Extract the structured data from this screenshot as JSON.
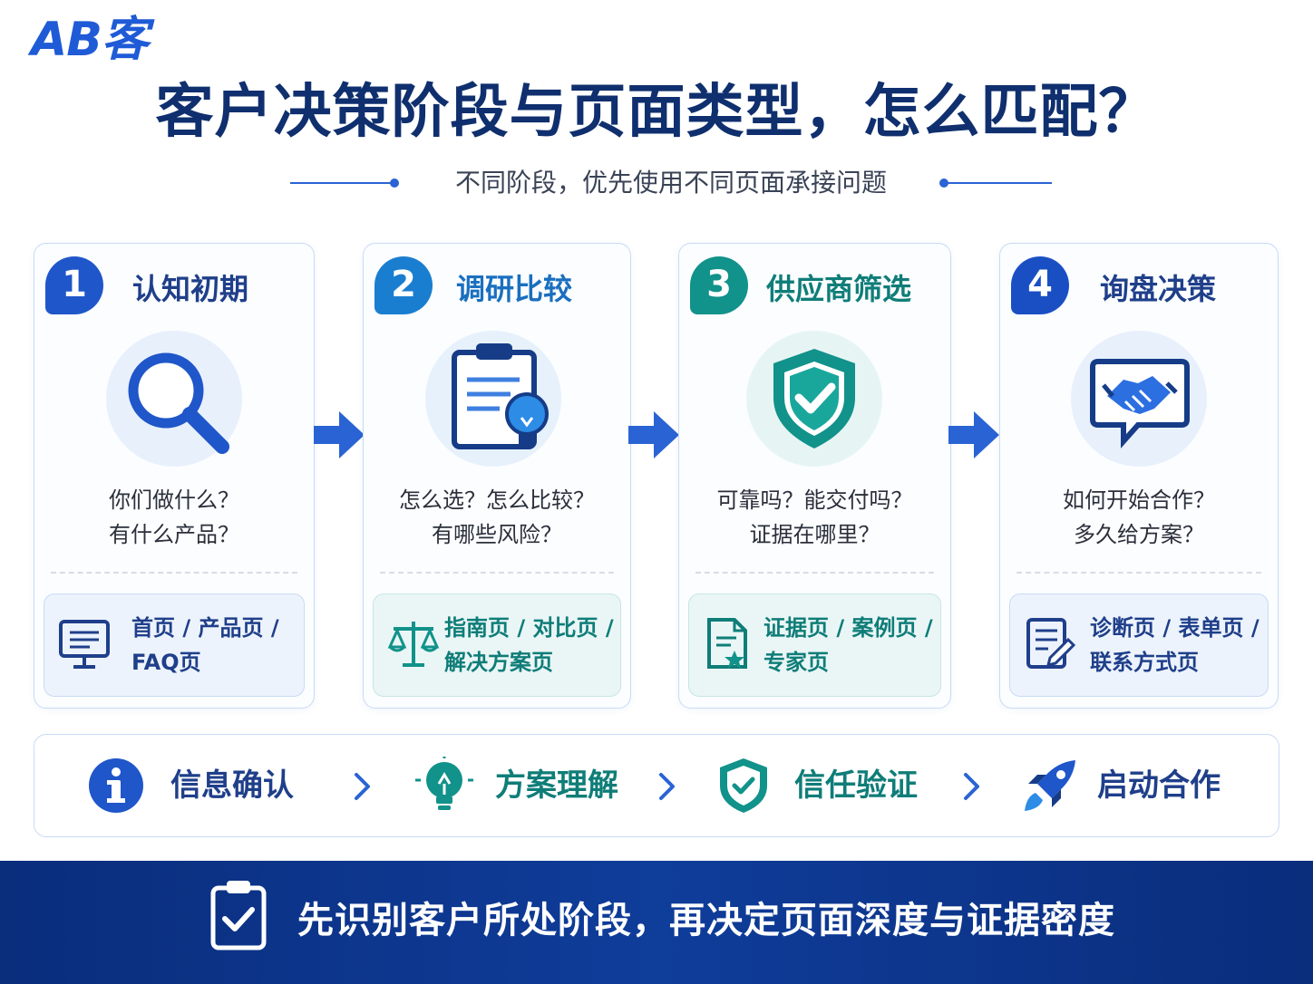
{
  "brand": {
    "logo": "AB客"
  },
  "header": {
    "title": "客户决策阶段与页面类型，怎么匹配？",
    "subtitle": "不同阶段，优先使用不同页面承接问题"
  },
  "stages": [
    {
      "number": "1",
      "title": "认知初期",
      "icon": "magnifier-icon",
      "questions": [
        "你们做什么？",
        "有什么产品？"
      ],
      "pages": [
        "首页 / 产品页 /",
        "FAQ页"
      ],
      "page_icon": "monitor-icon",
      "color": "#1f56c9"
    },
    {
      "number": "2",
      "title": "调研比较",
      "icon": "clipboard-bulb-icon",
      "questions": [
        "怎么选？怎么比较？",
        "有哪些风险？"
      ],
      "pages": [
        "指南页 / 对比页 /",
        "解决方案页"
      ],
      "page_icon": "scale-icon",
      "color": "#1a7ed0"
    },
    {
      "number": "3",
      "title": "供应商筛选",
      "icon": "shield-check-icon",
      "questions": [
        "可靠吗？能交付吗？",
        "证据在哪里？"
      ],
      "pages": [
        "证据页 / 案例页 /",
        "专家页"
      ],
      "page_icon": "certificate-icon",
      "color": "#11928a"
    },
    {
      "number": "4",
      "title": "询盘决策",
      "icon": "handshake-icon",
      "questions": [
        "如何开始合作？",
        "多久给方案？"
      ],
      "pages": [
        "诊断页 / 表单页 /",
        "联系方式页"
      ],
      "page_icon": "form-edit-icon",
      "color": "#1a4fc4"
    }
  ],
  "journey": [
    {
      "label": "信息确认",
      "icon": "info-icon",
      "color": "#1f56c9"
    },
    {
      "label": "方案理解",
      "icon": "lightbulb-icon",
      "color": "#11928a"
    },
    {
      "label": "信任验证",
      "icon": "shield-check-icon",
      "color": "#11928a"
    },
    {
      "label": "启动合作",
      "icon": "rocket-icon",
      "color": "#1f56c9"
    }
  ],
  "footer": {
    "text": "先识别客户所处阶段，再决定页面深度与证据密度",
    "icon": "clipboard-check-icon"
  }
}
